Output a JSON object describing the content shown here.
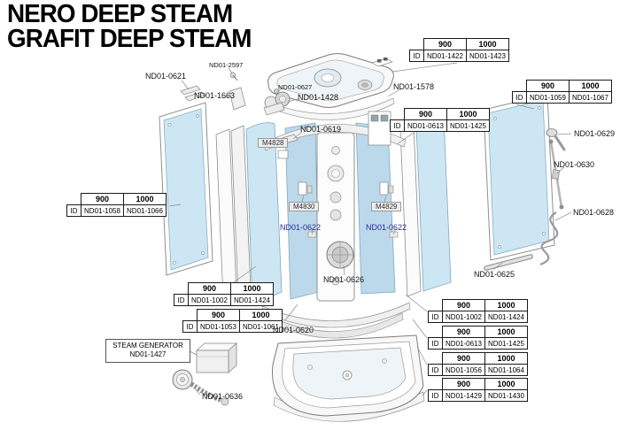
{
  "title": {
    "line1": "NERO DEEP STEAM",
    "line2": "GRAFIT DEEP STEAM"
  },
  "table_header": {
    "size_small": "900",
    "size_large": "1000",
    "id_label": "ID"
  },
  "tables": [
    {
      "p900": "ND01-1422",
      "p1000": "ND01-1423"
    },
    {
      "p900": "ND01-1059",
      "p1000": "ND01-1067"
    },
    {
      "p900": "ND01-0613",
      "p1000": "ND01-1425"
    },
    {
      "p900": "ND01-1058",
      "p1000": "ND01-1066"
    },
    {
      "p900": "ND01-1002",
      "p1000": "ND01-1424"
    },
    {
      "p900": "ND01-1053",
      "p1000": "ND01-1061"
    },
    {
      "p900": "ND01-1002",
      "p1000": "ND01-1424"
    },
    {
      "p900": "ND01-0613",
      "p1000": "ND01-1425"
    },
    {
      "p900": "ND01-1056",
      "p1000": "ND01-1064"
    },
    {
      "p900": "ND01-1429",
      "p1000": "ND01-1430"
    }
  ],
  "part_labels": {
    "nd01_0621": "ND01-0621",
    "nd01_2597": "ND01-2597",
    "nd01_1663": "ND01-1663",
    "nd01_0627": "ND01-0627",
    "nd01_1428": "ND01-1428",
    "nd01_1578": "ND01-1578",
    "nd01_0619": "ND01-0619",
    "m4828": "M4828",
    "m4830": "M4830",
    "m4829": "M4829",
    "nd01_0622_left": "ND01-0622",
    "nd01_0622_right": "ND01-0622",
    "nd01_0626": "ND01-0626",
    "nd01_0620": "ND01-0620",
    "nd01_0629": "ND01-0629",
    "nd01_0630": "ND01-0630",
    "nd01_0628": "ND01-0628",
    "nd01_0625": "ND01-0625",
    "nd01_0636": "ND01-0636"
  },
  "steam_generator": {
    "line1": "STEAM GENERATOR",
    "line2": "ND01-1427"
  },
  "colors": {
    "glass": "#cde6f3",
    "highlight_label": "#2b2b9e"
  }
}
